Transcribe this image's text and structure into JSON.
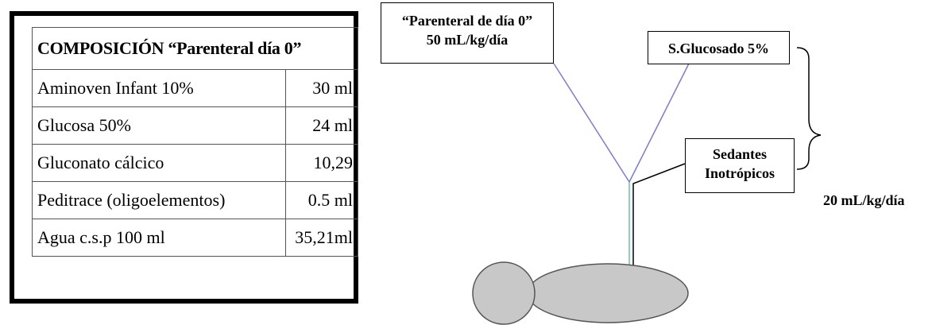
{
  "table": {
    "header": "COMPOSICIÓN “Parenteral día 0”",
    "rows": [
      {
        "item": "Aminoven Infant 10%",
        "value": "30 ml"
      },
      {
        "item": "Glucosa 50%",
        "value": "24 ml"
      },
      {
        "item": "Gluconato cálcico",
        "value": "10,29"
      },
      {
        "item": "Peditrace (oligoelementos)",
        "value": "0.5 ml"
      },
      {
        "item": "Agua c.s.p 100 ml",
        "value": "35,21ml"
      }
    ]
  },
  "diagram": {
    "parenteral_box": {
      "line1": "“Parenteral de día 0”",
      "line2": "50 mL/kg/día"
    },
    "glucosado_box": {
      "line1": "S.Glucosado 5%"
    },
    "sedantes_box": {
      "line1": "Sedantes",
      "line2": "Inotrópicos"
    },
    "brace_label": "20 mL/kg/día",
    "colors": {
      "parenteral_line": "#7b7bd6",
      "main_line": "#5fc6b0",
      "patient_fill": "#c8c8c8",
      "patient_stroke": "#555555"
    }
  }
}
